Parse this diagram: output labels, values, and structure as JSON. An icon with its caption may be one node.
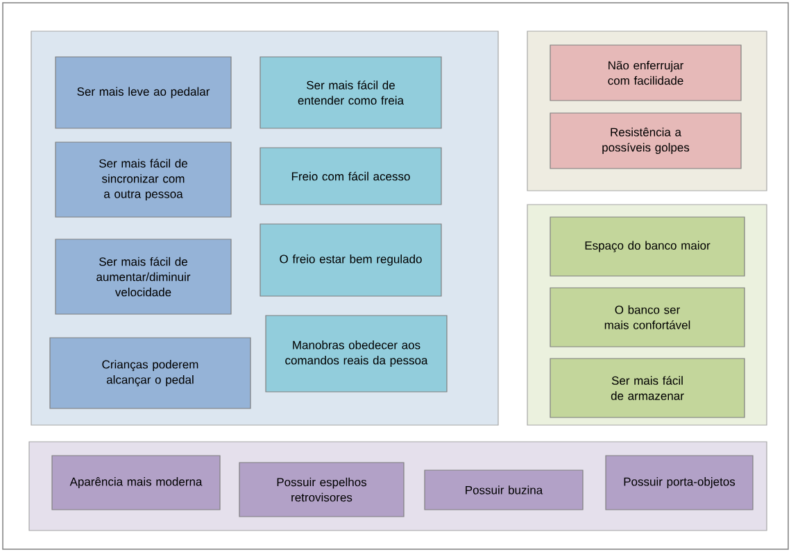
{
  "diagram": {
    "nodes": [
      {
        "text": [],
        "shape": "box"
      },
      {
        "text": [
          "Ser mais leve ao pedalar"
        ],
        "in": 0
      },
      {
        "text": [
          "Ser mais fácil de entender como freia"
        ],
        "in": 0
      },
      {
        "text": [
          "Ser mais fácil de sincronizar com a outra pessoa"
        ],
        "in": 0
      },
      {
        "text": [
          "Freio com fácil acesso"
        ],
        "in": 0
      },
      {
        "text": [
          "Ser mais fácil de aumentar/diminuir velocidade"
        ],
        "in": 0
      },
      {
        "text": [
          "O freio estar bem regulado"
        ],
        "in": 0
      },
      {
        "text": [
          "Crianças poderem alcançar o pedal"
        ],
        "in": 0
      },
      {
        "text": [
          "Manobras obedecer aos comandos reais da pessoa"
        ],
        "in": 0
      },
      {
        "text": [],
        "shape": "box"
      },
      {
        "text": [
          "Não enferrujar com facilidade"
        ],
        "in": 9
      },
      {
        "text": [
          "Resistência a possíveis golpes"
        ],
        "in": 9
      },
      {
        "text": [],
        "shape": "box"
      },
      {
        "text": [
          "Espaço do banco maior"
        ],
        "in": 12
      },
      {
        "text": [
          "O banco ser mais confortável"
        ],
        "in": 12
      },
      {
        "text": [
          "Ser mais fácil de armazenar"
        ],
        "in": 12
      },
      {
        "text": [],
        "shape": "box"
      },
      {
        "text": [
          "Aparência mais moderna"
        ],
        "in": 16
      },
      {
        "text": [
          "Possuir espelhos retrovisores"
        ],
        "in": 16
      },
      {
        "text": [
          "Possuir buzina"
        ],
        "in": 16
      },
      {
        "text": [
          "Possuir porta-objetos"
        ],
        "in": 16
      }
    ]
  }
}
